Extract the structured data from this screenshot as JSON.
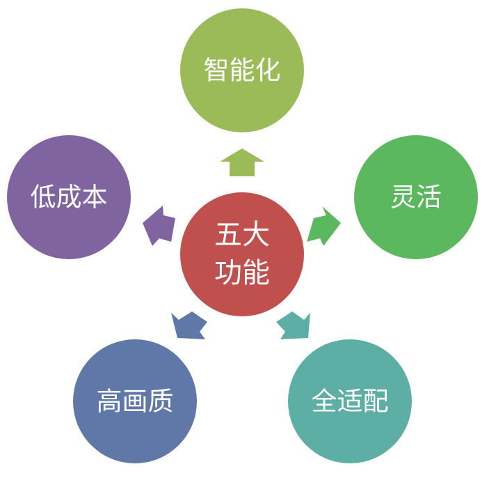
{
  "center": {
    "line1": "五大",
    "line2": "功能",
    "color": "#c0504d"
  },
  "nodes": [
    {
      "id": "intelligent",
      "label": "智能化",
      "color": "#9bbb59"
    },
    {
      "id": "flexible",
      "label": "灵活",
      "color": "#5cb85f"
    },
    {
      "id": "full-adaptation",
      "label": "全适配",
      "color": "#5dafa6"
    },
    {
      "id": "high-quality",
      "label": "高画质",
      "color": "#5f78a7"
    },
    {
      "id": "low-cost",
      "label": "低成本",
      "color": "#7f64a0"
    }
  ]
}
